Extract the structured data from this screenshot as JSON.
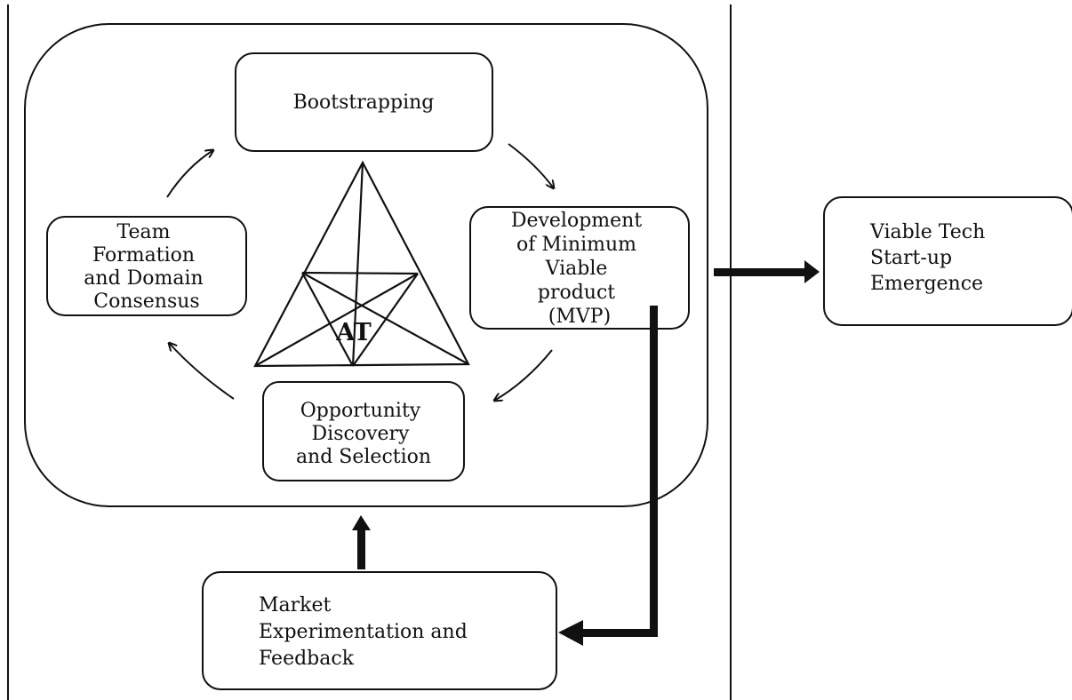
{
  "nodes": {
    "bootstrapping": {
      "lines": [
        "Bootstrapping"
      ]
    },
    "mvp": {
      "lines": [
        "Development",
        "of Minimum",
        "Viable",
        "product",
        "(MVP)"
      ]
    },
    "team": {
      "lines": [
        "Team",
        "Formation",
        "and Domain",
        "Consensus"
      ]
    },
    "opportunity": {
      "lines": [
        "Opportunity",
        "Discovery",
        "and Selection"
      ]
    },
    "viable_startup": {
      "lines": [
        "Viable Tech",
        "Start-up",
        "Emergence"
      ]
    },
    "market": {
      "lines": [
        "Market",
        "Experimentation and",
        "Feedback"
      ]
    }
  },
  "center_label": "AT"
}
